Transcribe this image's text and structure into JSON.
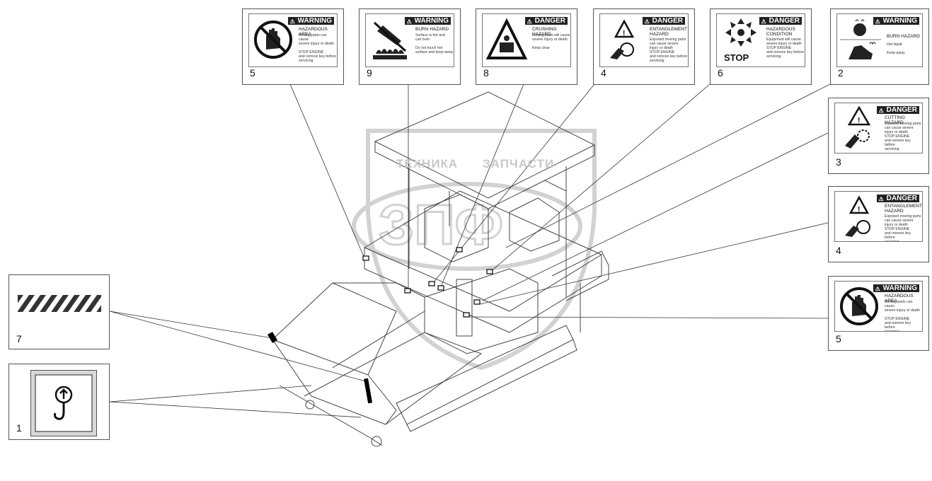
{
  "watermark": {
    "left": "ТЕХНИКА",
    "right": "ЗАПЧАСТИ",
    "logo": "ЗПФ"
  },
  "labels": {
    "l5top": {
      "num": "5",
      "signal": "WARNING",
      "title": "HAZARDOUS AREA",
      "text": "Moving parts can cause\nsevere injury or death\n\nSTOP ENGINE\nand remove key before\nservicing",
      "icon": "no-hand-icon"
    },
    "l9": {
      "num": "9",
      "signal": "WARNING",
      "title": "BURN HAZARD",
      "text": "Surface is hot and\ncan burn\n\nDo not touch hot\nsurface and keep away",
      "icon": "hot-surface-icon"
    },
    "l8": {
      "num": "8",
      "signal": "DANGER",
      "title": "CRUSHING HAZARD",
      "text": "Moving parts will cause\nsevere injury or death\n\nKeep clear",
      "icon": "crushing-icon"
    },
    "l4top": {
      "num": "4",
      "signal": "DANGER",
      "title": "ENTANGLEMENT\nHAZARD",
      "text": "Exposed moving parts\ncan cause severe\ninjury or death\nSTOP ENGINE\nand remove key before\nservicing",
      "icon": "entanglement-icon"
    },
    "l6": {
      "num": "6",
      "signal": "DANGER",
      "title": "HAZARDOUS\nCONDITION",
      "text": "Equipment will cause\nsevere injury or death\nSTOP ENGINE\nand remove key before\nservicing",
      "icon": "rotating-parts-icon",
      "stop": "STOP"
    },
    "l2": {
      "num": "2",
      "signal": "WARNING",
      "title": "BURN HAZARD",
      "text": "Hot liquid\n\nKeep away",
      "icon": "hot-liquid-icon"
    },
    "l3": {
      "num": "3",
      "signal": "DANGER",
      "title": "CUTTING HAZARD",
      "text": "Exposed moving parts\ncan cause severe\ninjury or death\nSTOP ENGINE\nand remove key before\nservicing",
      "icon": "cutting-icon"
    },
    "l4right": {
      "num": "4",
      "signal": "DANGER",
      "title": "ENTANGLEMENT\nHAZARD",
      "text": "Exposed moving parts\ncan cause severe\ninjury or death\nSTOP ENGINE\nand remove key before\nservicing",
      "icon": "entanglement-icon"
    },
    "l5right": {
      "num": "5",
      "signal": "WARNING",
      "title": "HAZARDOUS AREA",
      "text": "Moving parts can cause\nsevere injury or death\n\nSTOP ENGINE\nand remove key before\nservicing",
      "icon": "no-hand-icon"
    },
    "l7": {
      "num": "7",
      "icon": "hazard-stripe-icon"
    },
    "l1": {
      "num": "1",
      "icon": "lifting-hook-icon"
    }
  }
}
